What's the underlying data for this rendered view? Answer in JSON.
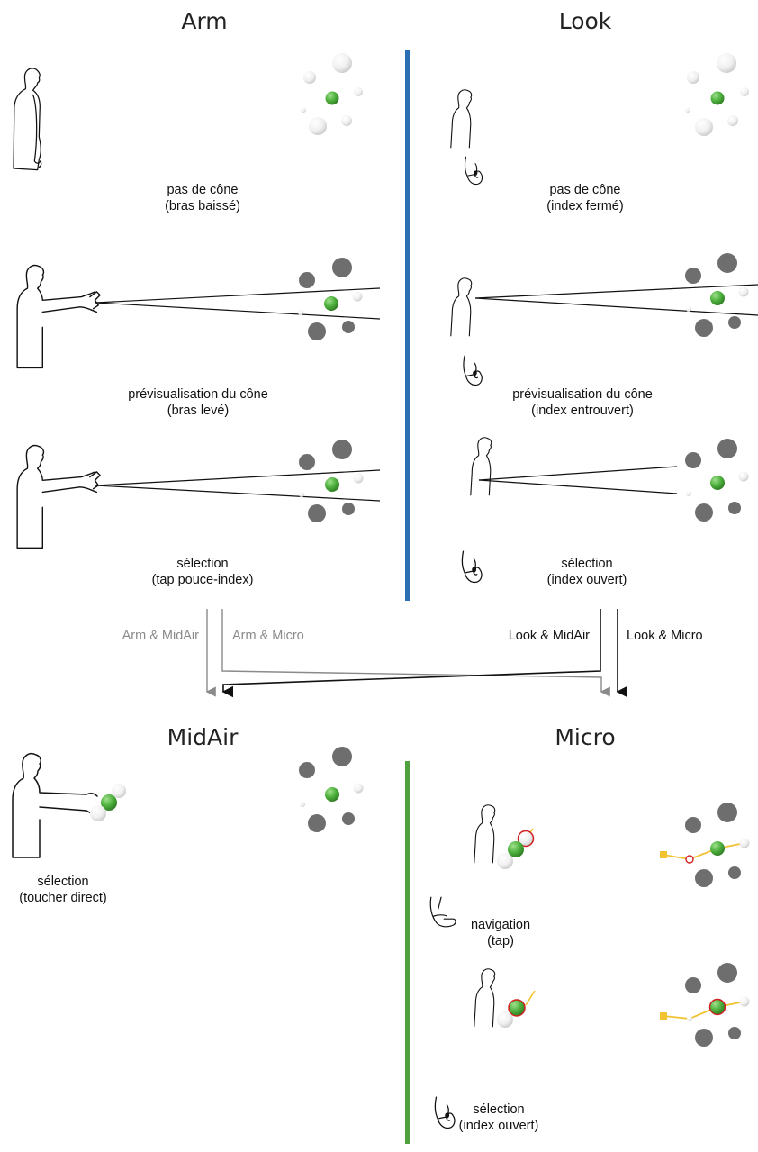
{
  "colors": {
    "blue_divider": "#2b6fb3",
    "green_divider": "#4ea13c",
    "target_green": "#4caf3c",
    "distractor_grey": "#6e6e6e",
    "sphere_white": "#f2f2f2",
    "highlight_red": "#d02020",
    "trajectory_yellow": "#f1c232",
    "arrow_grey": "#8a8a8a",
    "arrow_black": "#111111"
  },
  "headings": {
    "arm": "Arm",
    "look": "Look",
    "midair": "MidAir",
    "micro": "Micro"
  },
  "arm_panel": {
    "step1": {
      "line1": "pas de cône",
      "line2": "(bras baissé)"
    },
    "step2": {
      "line1": "prévisualisation du cône",
      "line2": "(bras levé)"
    },
    "step3": {
      "line1": "sélection",
      "line2": "(tap pouce-index)"
    }
  },
  "look_panel": {
    "step1": {
      "line1": "pas de cône",
      "line2": "(index fermé)"
    },
    "step2": {
      "line1": "prévisualisation du cône",
      "line2": "(index entrouvert)"
    },
    "step3": {
      "line1": "sélection",
      "line2": "(index ouvert)"
    }
  },
  "arrows": {
    "arm_midair": "Arm & MidAir",
    "arm_micro": "Arm & Micro",
    "look_midair": "Look & MidAir",
    "look_micro": "Look & Micro"
  },
  "midair_panel": {
    "step1": {
      "line1": "sélection",
      "line2": "(toucher direct)"
    }
  },
  "micro_panel": {
    "step1": {
      "line1": "navigation",
      "line2": "(tap)"
    },
    "step2": {
      "line1": "sélection",
      "line2": "(index ouvert)"
    }
  }
}
